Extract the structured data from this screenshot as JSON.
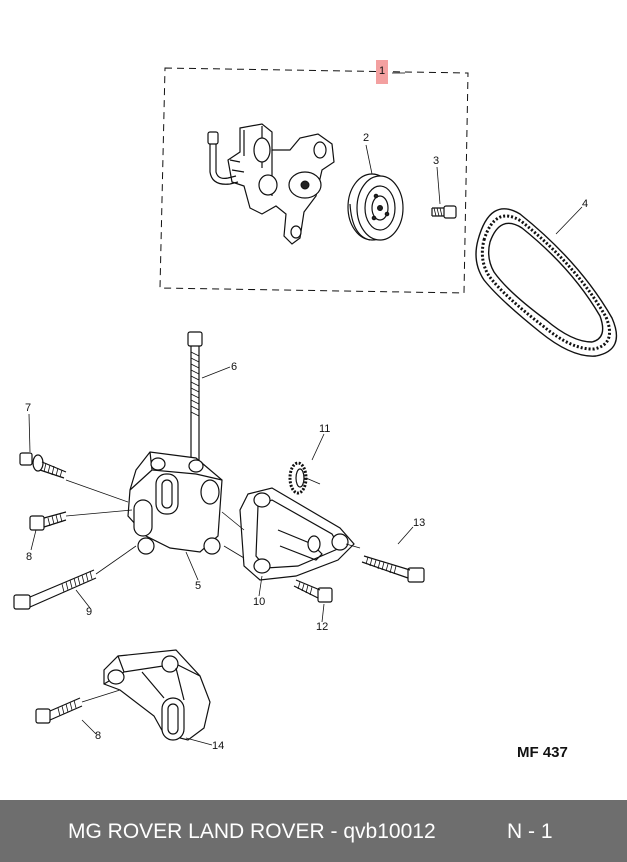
{
  "diagram": {
    "callouts": [
      {
        "id": "1",
        "highlighted": true
      },
      {
        "id": "2"
      },
      {
        "id": "3"
      },
      {
        "id": "4"
      },
      {
        "id": "6"
      },
      {
        "id": "7"
      },
      {
        "id": "11"
      },
      {
        "id": "8"
      },
      {
        "id": "13"
      },
      {
        "id": "5"
      },
      {
        "id": "10"
      },
      {
        "id": "9"
      },
      {
        "id": "12"
      },
      {
        "id": "8b",
        "label": "8"
      },
      {
        "id": "14"
      }
    ],
    "drawing_code": "MF 437",
    "highlight_color": "#f3a0a0"
  },
  "footer": {
    "title": "MG ROVER LAND ROVER - qvb10012",
    "code": "N - 1",
    "background": "#6e6e6e"
  }
}
